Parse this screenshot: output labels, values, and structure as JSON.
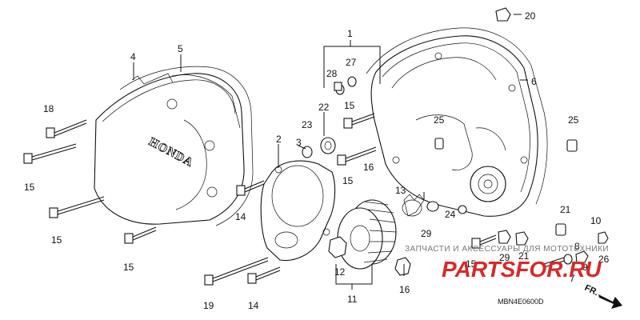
{
  "callouts": [
    "1",
    "2",
    "3",
    "4",
    "5",
    "6",
    "7",
    "8",
    "9",
    "10",
    "11",
    "12",
    "13",
    "14",
    "14",
    "15",
    "15",
    "15",
    "15",
    "15",
    "15",
    "16",
    "16",
    "18",
    "19",
    "20",
    "21",
    "21",
    "22",
    "23",
    "24",
    "25",
    "25",
    "26",
    "27",
    "28",
    "29",
    "29"
  ],
  "brand_text": "HONDA",
  "watermark": {
    "text": "ЗАПЧАСТИ И АКСЕССУАРЫ ДЛЯ МОТОТЕХНИКИ",
    "logo": "PARTSFOR.RU"
  },
  "diagram_code": "MBN4E0600D",
  "direction_label": "FR.",
  "colors": {
    "line": "#111111",
    "watermark_logo": "#d62a2a",
    "watermark_text": "#777777"
  }
}
